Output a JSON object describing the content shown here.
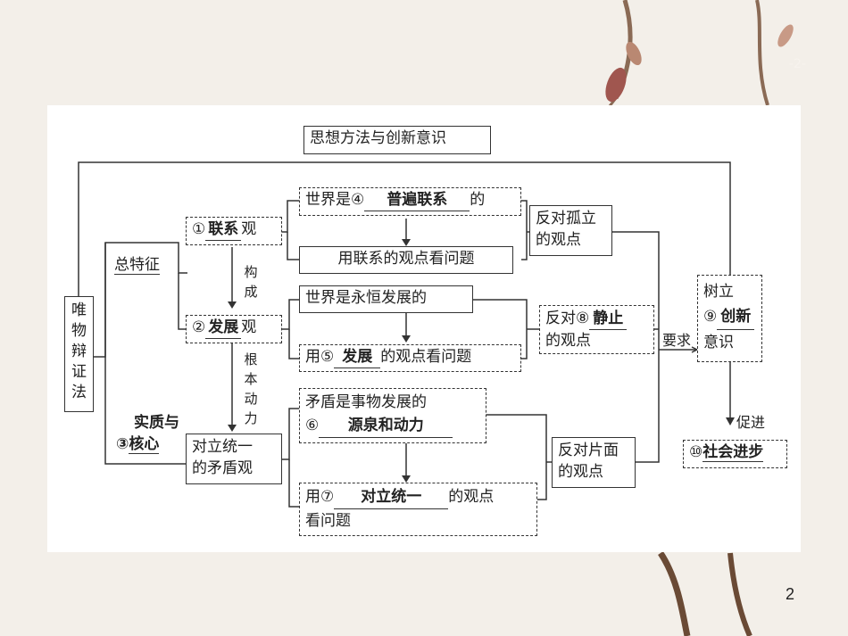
{
  "page_mark": "-2-",
  "page_number": "2",
  "diagram": {
    "root": "思想方法与创新意识",
    "main": [
      "唯",
      "物",
      "辩",
      "证",
      "法"
    ],
    "general_feature": "总特征",
    "essence_core": [
      "实质与",
      "③",
      "核心"
    ],
    "connection": {
      "num": "①",
      "answer": "联系",
      "suffix": "观"
    },
    "develop": {
      "num": "②",
      "answer": "发展",
      "suffix": "观"
    },
    "constitute": [
      "构",
      "成"
    ],
    "fundamental": [
      "根",
      "本",
      "动",
      "力"
    ],
    "contradiction": [
      "对立统一",
      "的矛盾观"
    ],
    "world_connected": {
      "prefix": "世界是④",
      "answer": "普遍联系",
      "suffix": "的"
    },
    "view_connected": "用联系的观点看问题",
    "oppose_isolated": [
      "反对孤立",
      "的观点"
    ],
    "world_develop": "世界是永恒发展的",
    "view_develop": {
      "prefix": "用⑤",
      "answer": "发展",
      "suffix": "的观点看问题"
    },
    "oppose_static": {
      "prefix": "反对⑧",
      "answer": "静止",
      "line2": "的观点"
    },
    "contradiction_source": {
      "line1": "矛盾是事物发展的",
      "num": "⑥",
      "answer": "源泉和动力"
    },
    "view_unity": {
      "prefix": "用⑦",
      "answer": "对立统一",
      "suffix": "的观点",
      "line2": "看问题"
    },
    "oppose_onesided": [
      "反对片面",
      "的观点"
    ],
    "require": "要求",
    "establish": {
      "line1": "树立",
      "num": "⑨",
      "answer": "创新",
      "line3": "意识"
    },
    "promote": "促进",
    "progress": {
      "num": "⑩",
      "answer": "社会进步"
    }
  }
}
